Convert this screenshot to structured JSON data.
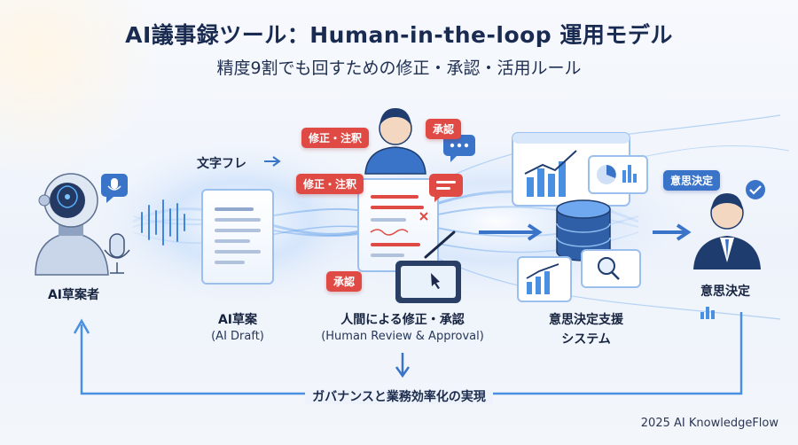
{
  "header": {
    "title": "AI議事録ツール：Human-in-the-loop 運用モデル",
    "subtitle": "精度9割でも回すための修正・承認・活用ルール"
  },
  "stages": {
    "ai_drafter": {
      "label": "AI草案者"
    },
    "ai_draft": {
      "label": "AI草案",
      "sublabel": "(AI Draft)"
    },
    "human_review": {
      "label": "人間による修正・承認",
      "sublabel": "(Human Review & Approval)"
    },
    "decision_system": {
      "label_line1": "意思決定支援",
      "label_line2": "システム"
    },
    "decision": {
      "label": "意思決定"
    }
  },
  "annotations": {
    "text_variation": "文字フレ",
    "edit_note_top": "修正・注釈",
    "edit_note_mid": "修正・注釈",
    "approval_top": "承認",
    "approval_bottom": "承認",
    "decision_tag": "意思決定"
  },
  "feedback": {
    "label": "ガバナンスと業務効率化の実現"
  },
  "footer": {
    "credit": "2025 AI KnowledgeFlow"
  },
  "colors": {
    "accent_blue": "#3a74c9",
    "flow_blue": "#4a90e2",
    "alert_red": "#e04a44",
    "navy": "#1a2b52"
  }
}
